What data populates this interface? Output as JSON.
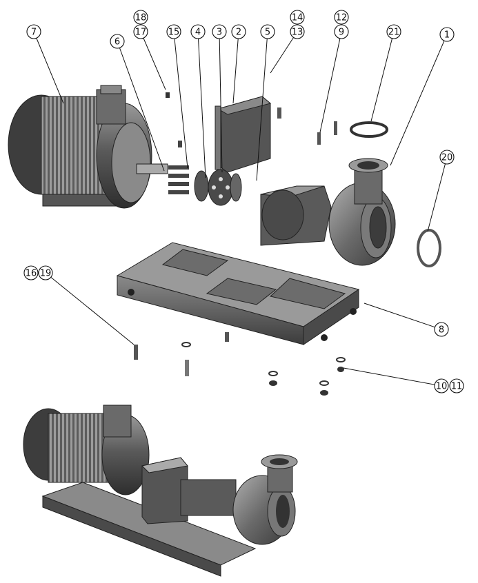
{
  "callouts": [
    {
      "id": "c1",
      "label": "1"
    },
    {
      "id": "c2",
      "label": "2"
    },
    {
      "id": "c3",
      "label": "3"
    },
    {
      "id": "c4",
      "label": "4"
    },
    {
      "id": "c5",
      "label": "5"
    },
    {
      "id": "c6",
      "label": "6"
    },
    {
      "id": "c7",
      "label": "7"
    },
    {
      "id": "c8",
      "label": "8"
    },
    {
      "id": "c9",
      "label": "9"
    },
    {
      "id": "c10",
      "label": "10"
    },
    {
      "id": "c11",
      "label": "11"
    },
    {
      "id": "c12",
      "label": "12"
    },
    {
      "id": "c13",
      "label": "13"
    },
    {
      "id": "c14",
      "label": "14"
    },
    {
      "id": "c15",
      "label": "15"
    },
    {
      "id": "c16",
      "label": "16"
    },
    {
      "id": "c17",
      "label": "17"
    },
    {
      "id": "c18",
      "label": "18"
    },
    {
      "id": "c19",
      "label": "19"
    },
    {
      "id": "c20",
      "label": "20"
    },
    {
      "id": "c21",
      "label": "21"
    }
  ],
  "colors": {
    "ink": "#111111",
    "metal_dark": "#3a3a3a",
    "metal_mid": "#7a7a7a",
    "metal_light": "#c8c8c8",
    "background": "#ffffff"
  }
}
